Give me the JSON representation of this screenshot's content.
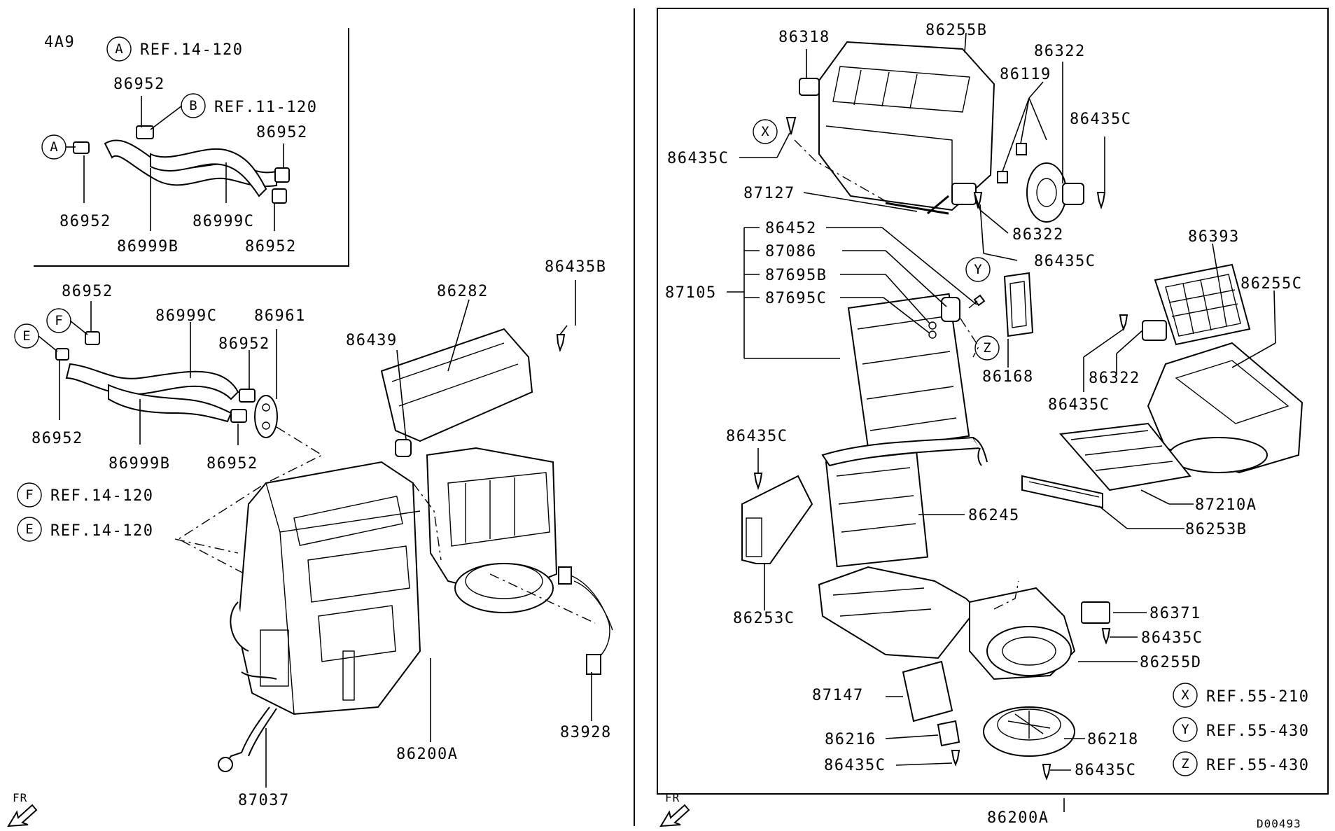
{
  "model_code": "4A9",
  "diagram_id": "D00493",
  "fr_label": "FR",
  "refs": {
    "A": {
      "letter": "A",
      "text": "REF.14-120"
    },
    "B": {
      "letter": "B",
      "text": "REF.11-120"
    },
    "F": {
      "letter": "F",
      "text": "REF.14-120"
    },
    "E": {
      "letter": "E",
      "text": "REF.14-120"
    },
    "X": {
      "letter": "X",
      "text": "REF.55-210"
    },
    "Y": {
      "letter": "Y",
      "text": "REF.55-430"
    },
    "Z": {
      "letter": "Z",
      "text": "REF.55-430"
    }
  },
  "parts_left": {
    "p86952_a": "86952",
    "p86952_b": "86952",
    "p86952_c": "86952",
    "p86952_d": "86952",
    "p86999c_top": "86999C",
    "p86999b_top": "86999B",
    "p86952_e": "86952",
    "p86952_f": "86952",
    "p86952_g": "86952",
    "p86952_h": "86952",
    "p86999c_mid": "86999C",
    "p86999b_mid": "86999B",
    "p86961": "86961",
    "p86282": "86282",
    "p86435b": "86435B",
    "p86439": "86439",
    "p86200a_left": "86200A",
    "p83928": "83928",
    "p87037": "87037"
  },
  "parts_right": {
    "p86318": "86318",
    "p86255b": "86255B",
    "p86322_top": "86322",
    "p86119": "86119",
    "p86435c_a": "86435C",
    "p86435c_b": "86435C",
    "p87127": "87127",
    "p86322_mid": "86322",
    "p86435c_c": "86435C",
    "p86452": "86452",
    "p87086": "87086",
    "p87695b": "87695B",
    "p87695c": "87695C",
    "p87105": "87105",
    "p86393": "86393",
    "p86255c": "86255C",
    "p86168": "86168",
    "p86322_low": "86322",
    "p86435c_d": "86435C",
    "p86435c_e": "86435C",
    "p86245": "86245",
    "p87210a": "87210A",
    "p86253b": "86253B",
    "p86253c": "86253C",
    "p86371": "86371",
    "p86435c_f": "86435C",
    "p86255d": "86255D",
    "p87147": "87147",
    "p86216": "86216",
    "p86218": "86218",
    "p86435c_g": "86435C",
    "p86435c_h": "86435C",
    "p86200a_right": "86200A"
  }
}
